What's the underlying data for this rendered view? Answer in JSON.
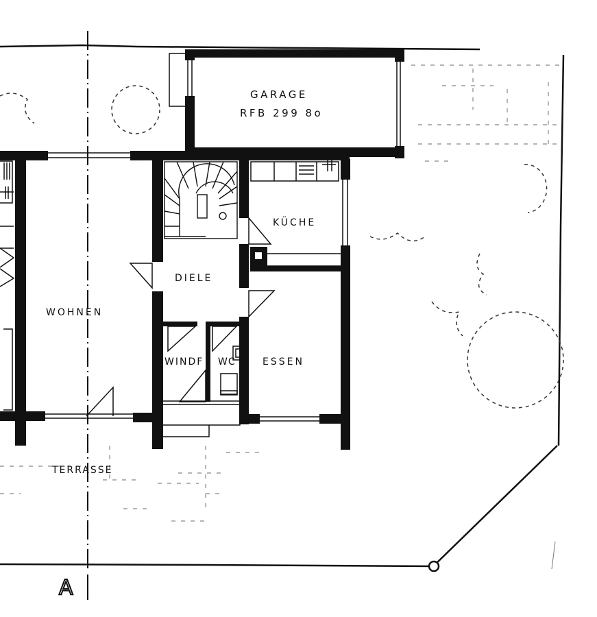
{
  "drawing": {
    "type": "architectural floor plan (ground floor)",
    "ink_color": "#111111",
    "paper_color": "#ffffff"
  },
  "rooms": {
    "garage": {
      "label": "GARAGE",
      "sublabel": "RFB 299 8o"
    },
    "kitchen": {
      "label": "KÜCHE"
    },
    "hall": {
      "label": "DIELE"
    },
    "living": {
      "label": "WOHNEN"
    },
    "vestibule": {
      "label": "WINDF"
    },
    "wc": {
      "label": "WC"
    },
    "dining": {
      "label": "ESSEN"
    },
    "terrace": {
      "label": "TERRASSE"
    }
  },
  "section_marker": {
    "label": "A"
  }
}
